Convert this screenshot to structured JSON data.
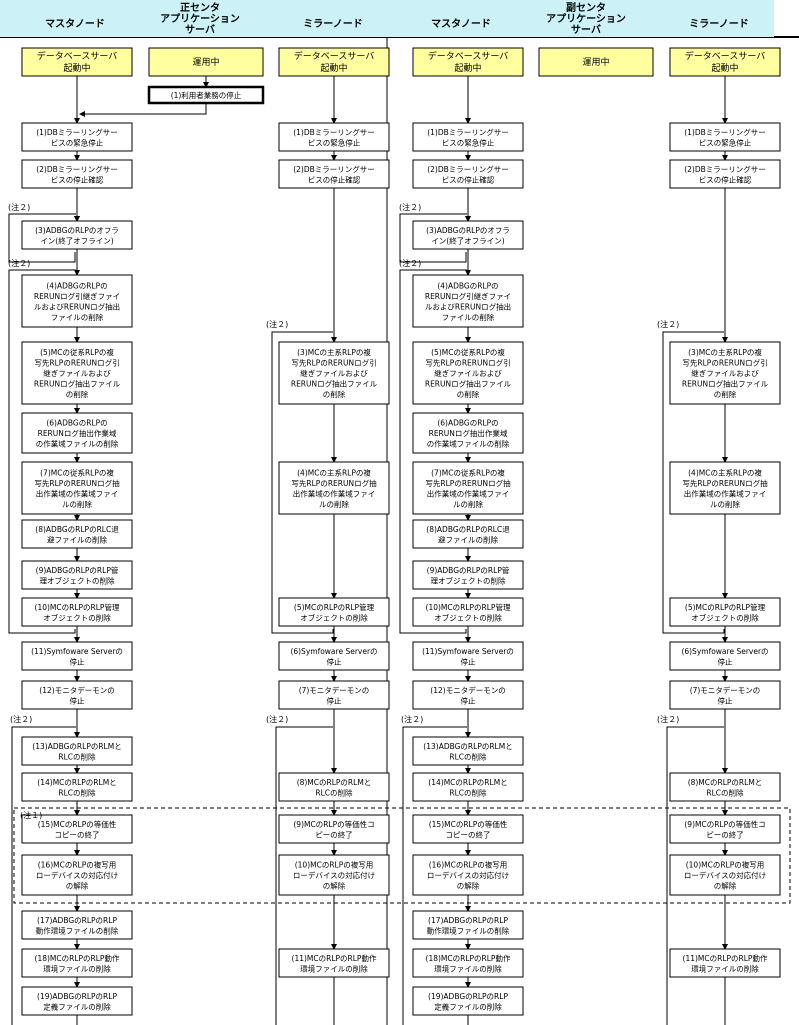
{
  "sections": [
    {
      "title": [
        "正センタ",
        "アプリケーション",
        "サーバ"
      ],
      "master": "マスタノード",
      "mirror": "ミラーノード"
    },
    {
      "title": [
        "副センタ",
        "アプリケーション",
        "サーバ"
      ],
      "master": "マスタノード",
      "mirror": "ミラーノード"
    }
  ],
  "status": {
    "db": [
      "データベースサーバ",
      "起動中"
    ],
    "app": [
      "運用中"
    ]
  },
  "app_step": [
    "(1)利用者業務の停止"
  ],
  "note1": "(注１)",
  "note2": "(注２)",
  "master_steps": [
    [
      "(1)DBミラーリングサー",
      "ビスの緊急停止"
    ],
    [
      "(2)DBミラーリングサー",
      "ビスの停止確認"
    ],
    [
      "(3)ADBGのRLPのオフラ",
      "イン(終了オフライン)"
    ],
    [
      "(4)ADBGのRLPの",
      "RERUNログ引継ぎファイ",
      "ルおよびRERUNログ抽出",
      "ファイルの削除"
    ],
    [
      "(5)MCの従系RLPの複",
      "写先RLPのRERUNログ引",
      "継ぎファイルおよび",
      "RERUNログ抽出ファイル",
      "の削除"
    ],
    [
      "(6)ADBGのRLPの",
      "RERUNログ抽出作業域",
      "の作業域ファイルの削除"
    ],
    [
      "(7)MCの従系RLPの複",
      "写先RLPのRERUNログ抽",
      "出作業域の作業域ファイ",
      "ルの削除"
    ],
    [
      "(8)ADBGのRLPのRLC退",
      "避ファイルの削除"
    ],
    [
      "(9)ADBGのRLPのRLP管",
      "理オブジェクトの削除"
    ],
    [
      "(10)MCのRLPのRLP管理",
      "オブジェクトの削除"
    ],
    [
      "(11)Symfoware Serverの",
      "停止"
    ],
    [
      "(12)モニタデーモンの",
      "停止"
    ],
    [
      "(13)ADBGのRLPのRLMと",
      "RLCの削除"
    ],
    [
      "(14)MCのRLPのRLMと",
      "RLCの削除"
    ],
    [
      "(15)MCのRLPの等価性",
      "コピーの終了"
    ],
    [
      "(16)MCのRLPの複写用",
      "ローデバイスの対応付け",
      "の解除"
    ],
    [
      "(17)ADBGのRLPのRLP",
      "動作環境ファイルの削除"
    ],
    [
      "(18)MCのRLPのRLP動作",
      "環境ファイルの削除"
    ],
    [
      "(19)ADBGのRLPのRLP",
      "定義ファイルの削除"
    ]
  ],
  "mirror_steps": [
    [
      "(1)DBミラーリングサー",
      "ビスの緊急停止"
    ],
    [
      "(2)DBミラーリングサー",
      "ビスの停止確認"
    ],
    [
      "(3)MCの主系RLPの複",
      "写先RLPのRERUNログ引",
      "継ぎファイルおよび",
      "RERUNログ抽出ファイル",
      "の削除"
    ],
    [
      "(4)MCの主系RLPの複",
      "写先RLPのRERUNログ抽",
      "出作業域の作業域ファイ",
      "ルの削除"
    ],
    [
      "(5)MCのRLPのRLP管理",
      "オブジェクトの削除"
    ],
    [
      "(6)Symfoware Serverの",
      "停止"
    ],
    [
      "(7)モニタデーモンの",
      "停止"
    ],
    [
      "(8)MCのRLPのRLMと",
      "RLCの削除"
    ],
    [
      "(9)MCのRLPの等価性コ",
      "ピーの終了"
    ],
    [
      "(10)MCのRLPの複写用",
      "ローデバイスの対応付け",
      "の解除"
    ],
    [
      "(11)MCのRLPのRLP動作",
      "環境ファイルの削除"
    ]
  ],
  "colors": {
    "header_bg": "#ccf2f8",
    "status_bg": "#ffffa0",
    "box_border": "#000000",
    "box_bg": "#ffffff"
  }
}
